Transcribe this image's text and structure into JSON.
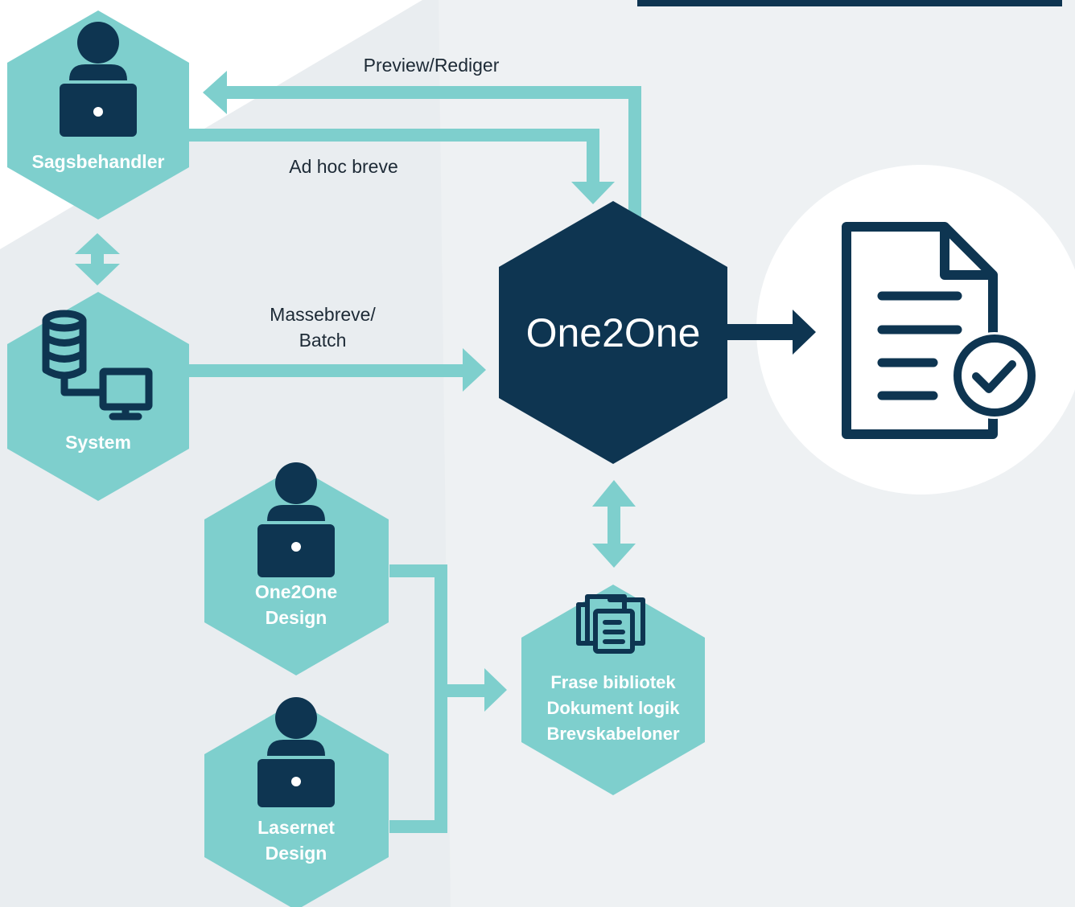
{
  "colors": {
    "teal": "#7ecfcd",
    "navy": "#0e3551",
    "bg_light": "#eef1f3",
    "bg_mid": "#e4e8eb",
    "white": "#ffffff"
  },
  "nodes": {
    "sagsbehandler": {
      "label": "Sagsbehandler",
      "icon": "user-laptop-icon"
    },
    "system": {
      "label": "System",
      "icon": "database-computer-icon"
    },
    "one2one": {
      "label": "One2One"
    },
    "one2one_design": {
      "label_line1": "One2One",
      "label_line2": "Design",
      "icon": "user-laptop-icon"
    },
    "lasernet_design": {
      "label_line1": "Lasernet",
      "label_line2": "Design",
      "icon": "user-laptop-icon"
    },
    "library": {
      "line1": "Frase bibliotek",
      "line2": "Dokument logik",
      "line3": "Brevskabeloner",
      "icon": "documents-icon"
    },
    "output": {
      "icon": "document-check-icon"
    }
  },
  "edges": {
    "preview": "Preview/Rediger",
    "adhoc": "Ad hoc breve",
    "batch_line1": "Massebreve/",
    "batch_line2": "Batch"
  }
}
